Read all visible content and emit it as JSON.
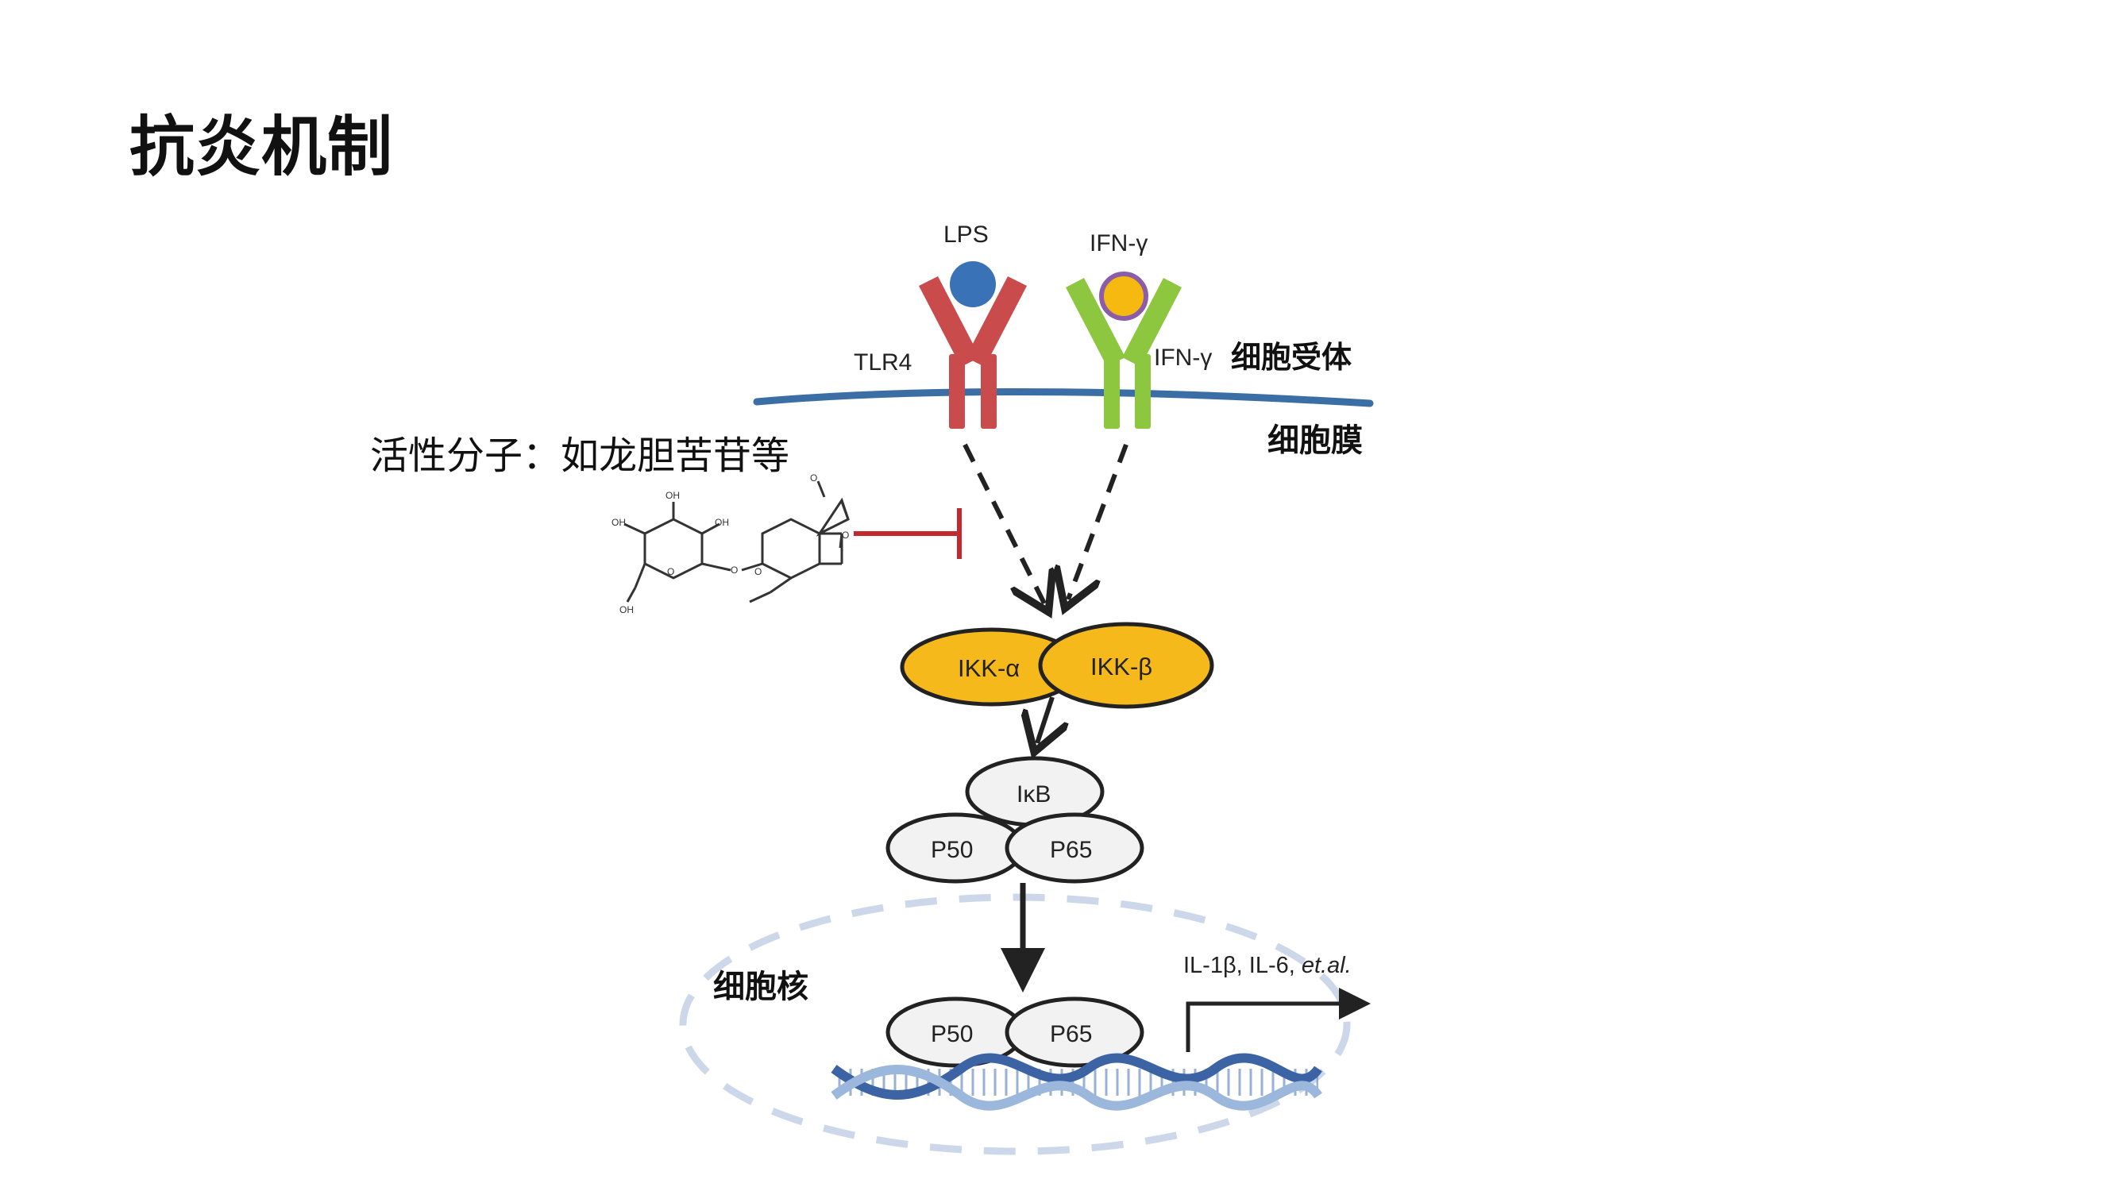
{
  "slide": {
    "title": "抗炎机制"
  },
  "diagram": {
    "ligands": {
      "lps": "LPS",
      "ifng": "IFN-γ"
    },
    "receptors": {
      "tlr4": "TLR4",
      "ifng_receptor": "IFN-γ"
    },
    "compartments": {
      "cell_receptor": "细胞受体",
      "cell_membrane": "细胞膜",
      "nucleus": "细胞核"
    },
    "inhibitor_label": "活性分子：如龙胆苦苷等",
    "kinases": {
      "ikk_alpha": "IKK-α",
      "ikk_beta": "IKK-β"
    },
    "complex": {
      "ikb": "IκB",
      "p50": "P50",
      "p65": "P65"
    },
    "nuclear_complex": {
      "p50": "P50",
      "p65": "P65"
    },
    "output": {
      "genes": "IL-1β, IL-6, ",
      "genes_etal": "et.al."
    },
    "molecule_atoms": {
      "oh1": "OH",
      "oh2": "OH",
      "oh3": "OH",
      "oh4": "OH",
      "o1": "O",
      "o2": "O",
      "o3": "O",
      "o4": "O",
      "o5": "O"
    },
    "colors": {
      "tlr4": "#c94b4b",
      "ifng_receptor": "#8dc63f",
      "lps": "#3a72b8",
      "ifng_ligand": "#f6b90f",
      "ifng_ligand_ring": "#8b5ca8",
      "ikk": "#f6b91b",
      "membrane": "#3a6ea5",
      "inhibit": "#c5282f",
      "dna_dark": "#3c63a3",
      "dna_light": "#9bb7dc",
      "nucleus_dash": "#ccd8ea"
    }
  }
}
